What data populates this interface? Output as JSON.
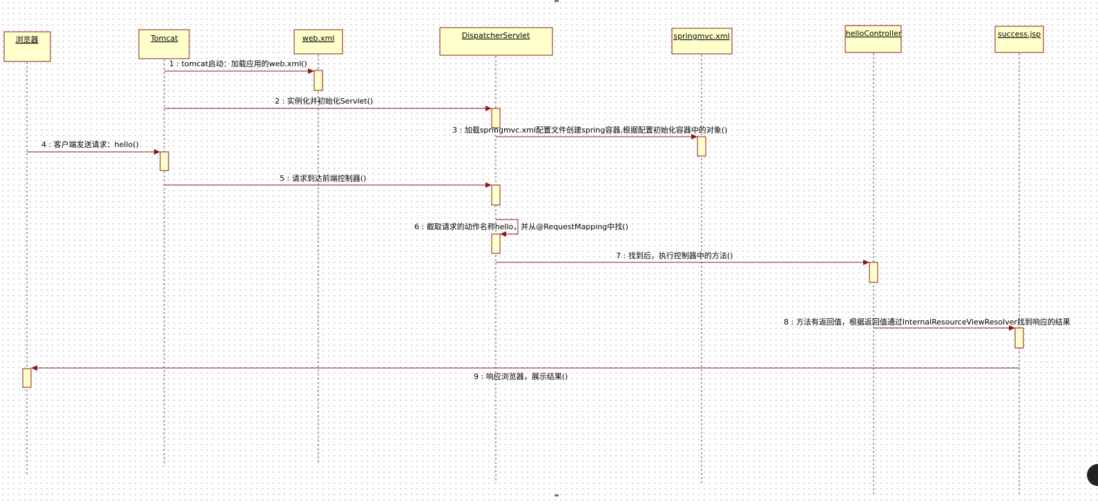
{
  "diagram": {
    "type": "sequence",
    "participants": [
      {
        "id": "browser",
        "label": "浏览器"
      },
      {
        "id": "tomcat",
        "label": "Tomcat"
      },
      {
        "id": "webxml",
        "label": "web.xml"
      },
      {
        "id": "dispatcher",
        "label": "DispatcherServlet"
      },
      {
        "id": "springmvc",
        "label": "springmvc.xml"
      },
      {
        "id": "hello",
        "label": "helloController"
      },
      {
        "id": "success",
        "label": "success.jsp"
      }
    ],
    "messages": [
      {
        "from": "tomcat",
        "to": "webxml",
        "label": "1 : tomcat启动：加载应用的web.xml()"
      },
      {
        "from": "tomcat",
        "to": "dispatcher",
        "label": "2 : 实例化并初始化Servlet()"
      },
      {
        "from": "dispatcher",
        "to": "springmvc",
        "label": "3 : 加载springmvc.xml配置文件创建spring容器,根据配置初始化容器中的对象()"
      },
      {
        "from": "browser",
        "to": "tomcat",
        "label": "4 : 客户端发送请求：hello()"
      },
      {
        "from": "tomcat",
        "to": "dispatcher",
        "label": "5 : 请求到达前端控制器()"
      },
      {
        "from": "dispatcher",
        "to": "dispatcher",
        "label": "6 : 截取请求的动作名称hello，并从@RequestMapping中找()"
      },
      {
        "from": "dispatcher",
        "to": "hello",
        "label": "7 : 找到后，执行控制器中的方法()"
      },
      {
        "from": "hello",
        "to": "success",
        "label": "8 : 方法有返回值，根据返回值通过InternalResourceViewResolver找到响应的结果"
      },
      {
        "from": "success",
        "to": "browser",
        "label": "9 : 响应浏览器，展示结果()"
      }
    ]
  }
}
